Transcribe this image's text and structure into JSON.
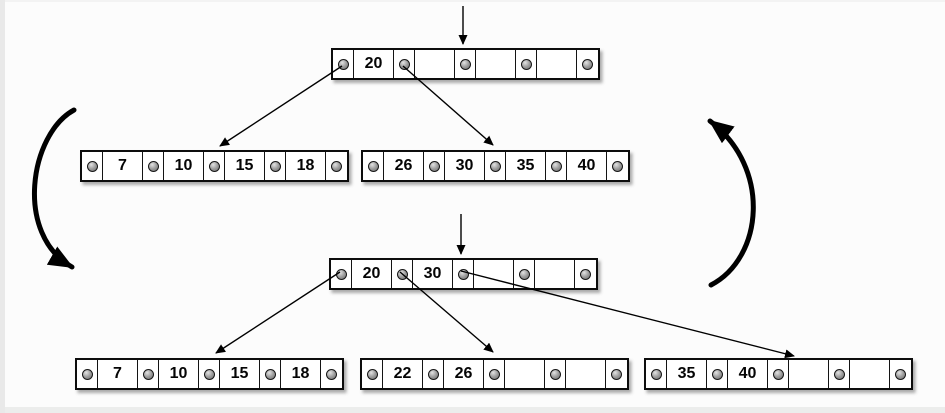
{
  "diagram": {
    "kind": "b-tree-insert-split",
    "colors": {
      "background": "#fcfcfc",
      "node_fill": "#ffffff",
      "node_border": "#0d0d0d",
      "arrow": "#000000",
      "pointer_dot": "#9a9a9a"
    }
  },
  "before": {
    "root": {
      "keys": [
        "20",
        "",
        "",
        ""
      ]
    },
    "children": [
      {
        "keys": [
          "7",
          "10",
          "15",
          "18"
        ]
      },
      {
        "keys": [
          "26",
          "30",
          "35",
          "40"
        ]
      }
    ]
  },
  "after": {
    "root": {
      "keys": [
        "20",
        "30",
        "",
        ""
      ]
    },
    "children": [
      {
        "keys": [
          "7",
          "10",
          "15",
          "18"
        ]
      },
      {
        "keys": [
          "22",
          "26",
          "",
          ""
        ]
      },
      {
        "keys": [
          "35",
          "40",
          "",
          ""
        ]
      }
    ]
  }
}
